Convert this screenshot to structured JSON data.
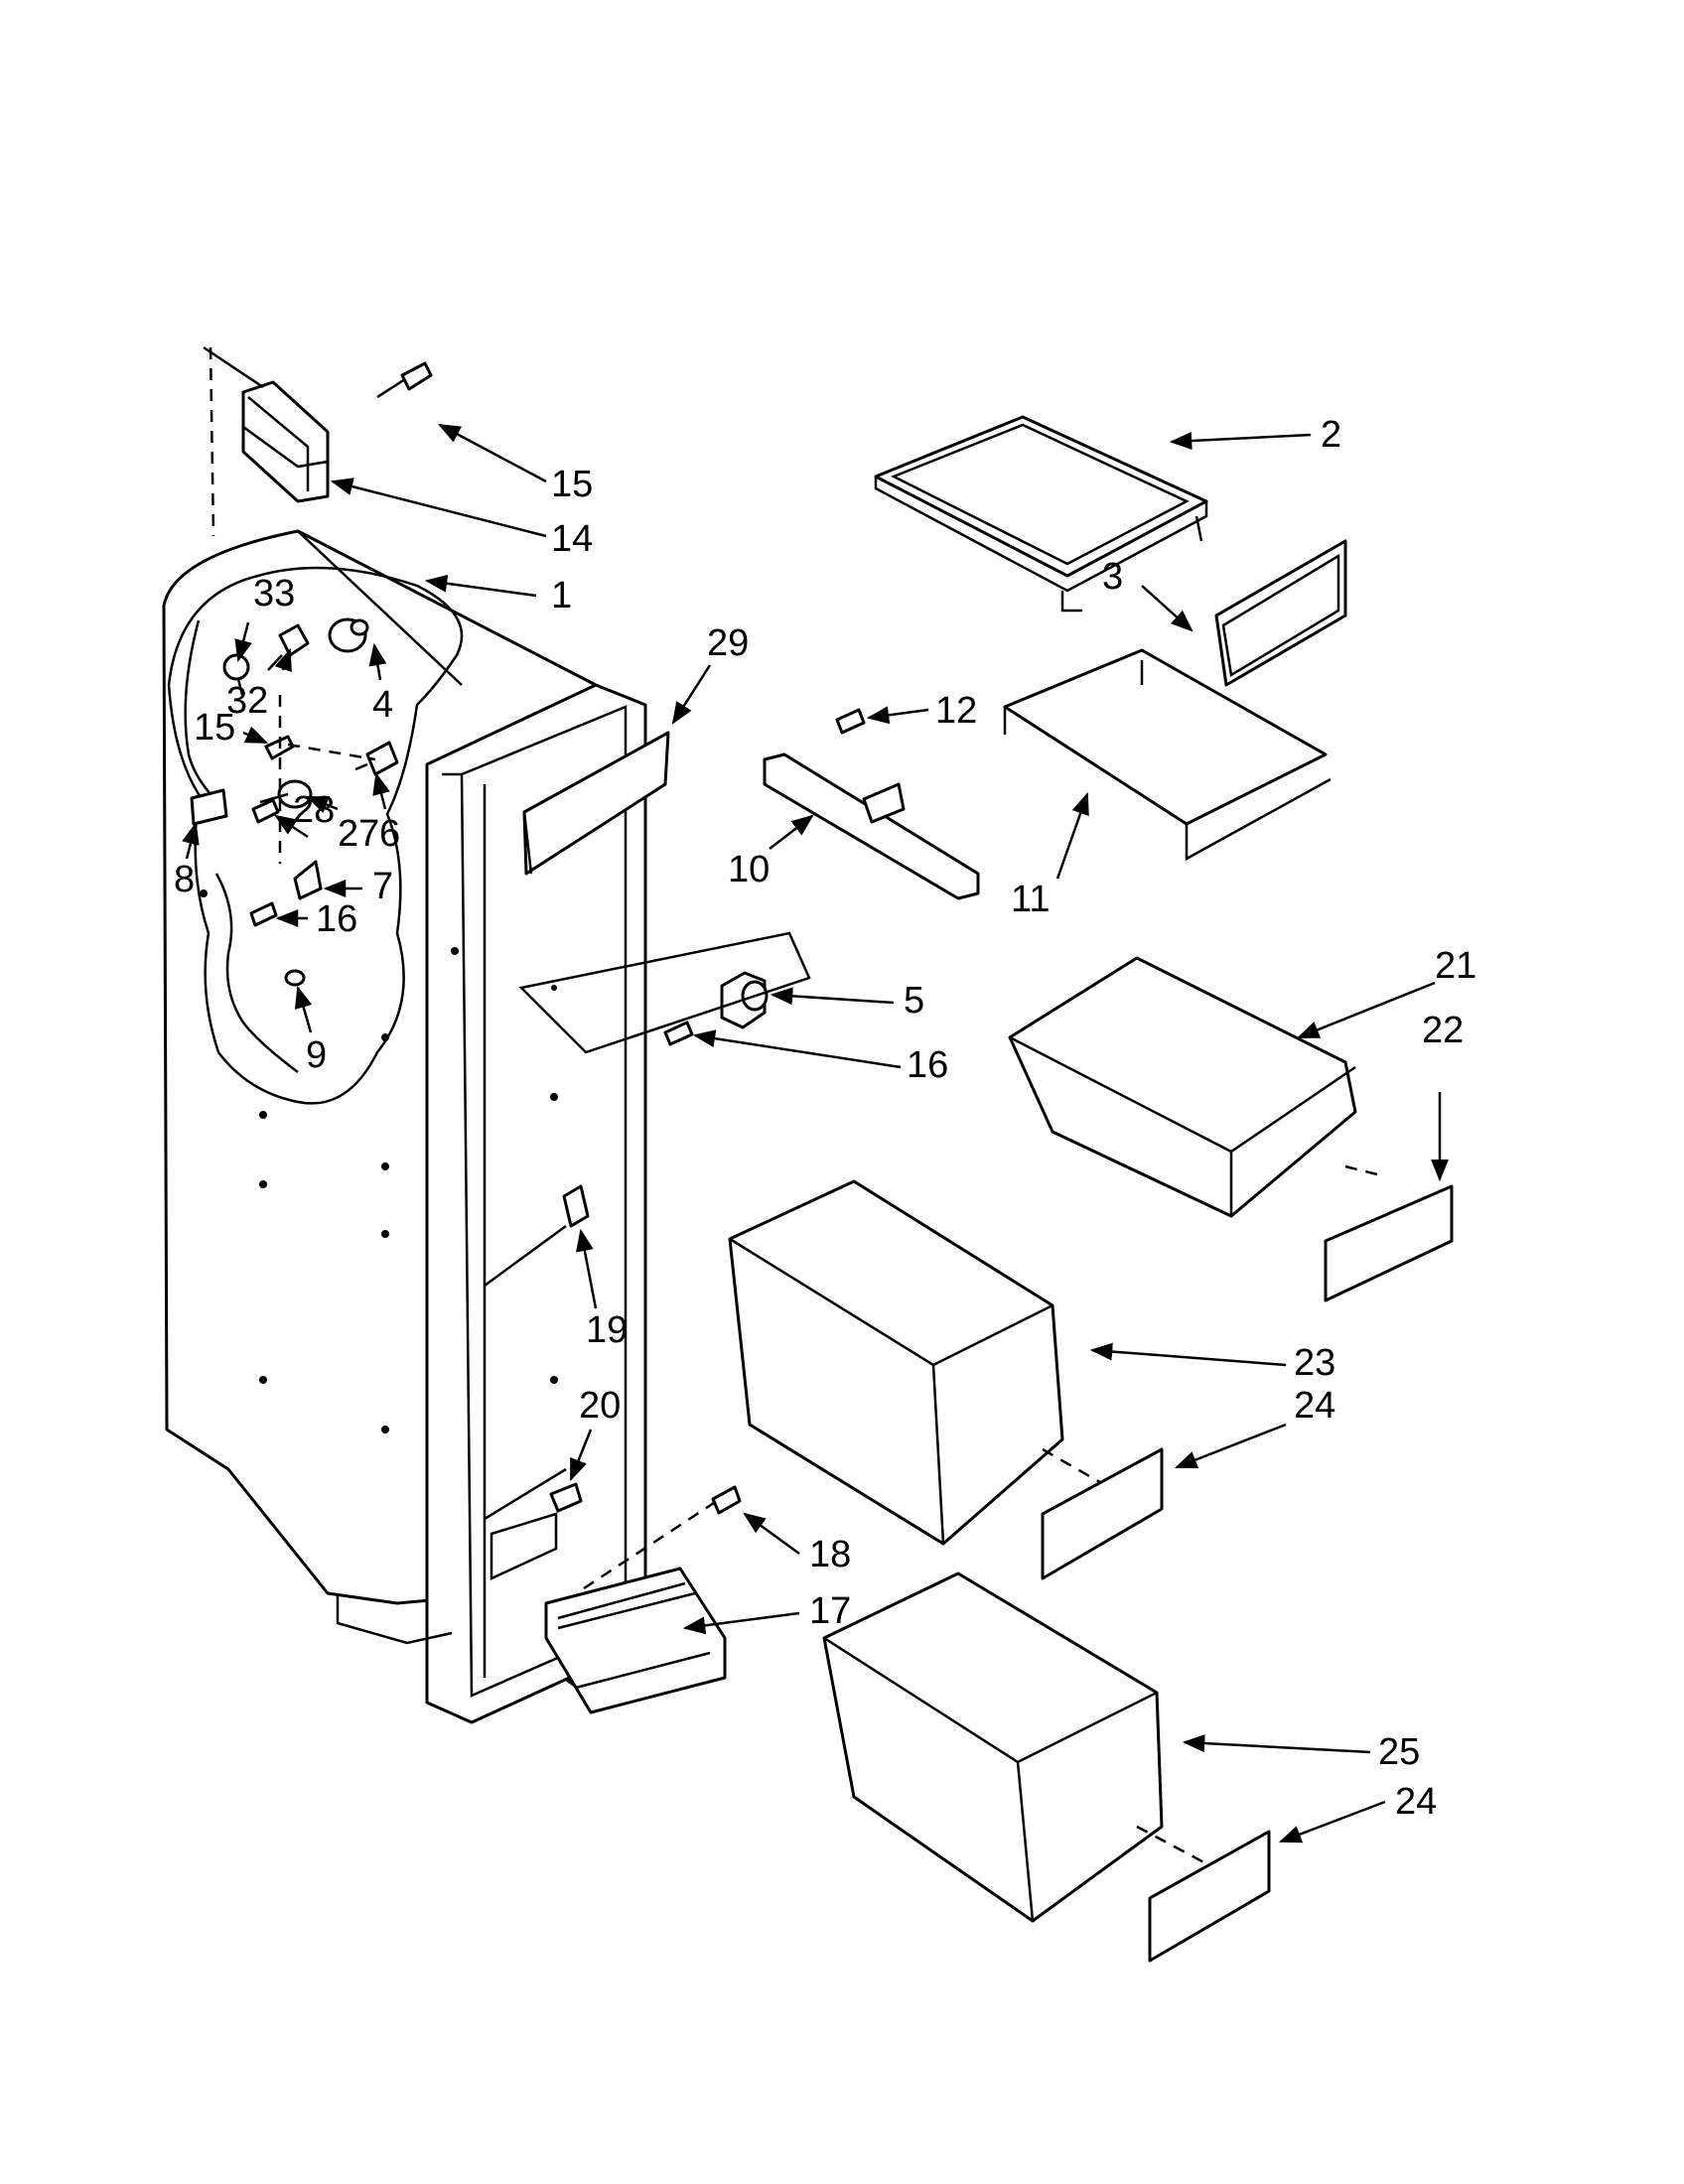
{
  "callouts": {
    "c1": "1",
    "c2": "2",
    "c3": "3",
    "c4": "4",
    "c5": "5",
    "c6": "6",
    "c7": "7",
    "c8": "8",
    "c9": "9",
    "c10": "10",
    "c11": "11",
    "c12": "12",
    "c14": "14",
    "c15a": "15",
    "c15b": "15",
    "c16a": "16",
    "c16b": "16",
    "c17": "17",
    "c18": "18",
    "c19": "19",
    "c20": "20",
    "c21": "21",
    "c22": "22",
    "c23": "23",
    "c24a": "24",
    "c24b": "24",
    "c25": "25",
    "c27": "27",
    "c28": "28",
    "c29": "29",
    "c32": "32",
    "c33": "33"
  }
}
